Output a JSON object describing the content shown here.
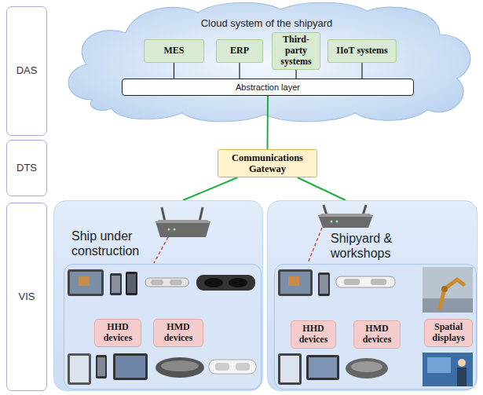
{
  "diagram": {
    "nodes": [
      {
        "text": [
          "DAS"
        ]
      },
      {
        "text": [
          "DTS"
        ]
      },
      {
        "text": [
          "VIS"
        ]
      },
      {
        "text": [
          "Cloud system of the shipyard"
        ]
      },
      {
        "text": [
          "MES"
        ],
        "in": 3
      },
      {
        "text": [
          "ERP"
        ],
        "in": 3
      },
      {
        "text": [
          "Third-party systems"
        ],
        "in": 3
      },
      {
        "text": [
          "IIoT systems"
        ],
        "in": 3
      },
      {
        "text": [
          "Abstraction layer"
        ],
        "in": 3
      },
      {
        "text": [
          "Communications Gateway"
        ]
      },
      {
        "text": [
          "Ship under construction"
        ]
      },
      {
        "text": [
          "HHD devices"
        ],
        "in": 10
      },
      {
        "text": [
          "HMD devices"
        ],
        "in": 10
      },
      {
        "text": [
          "Shipyard & workshops"
        ]
      },
      {
        "text": [
          "HHD devices"
        ],
        "in": 13
      },
      {
        "text": [
          "HMD devices"
        ],
        "in": 13
      },
      {
        "text": [
          "Spatial displays"
        ],
        "in": 13
      }
    ],
    "edges": [
      {
        "from": 4,
        "to": 8,
        "arrow": "none"
      },
      {
        "from": 5,
        "to": 8,
        "arrow": "none"
      },
      {
        "from": 6,
        "to": 8,
        "arrow": "none"
      },
      {
        "from": 7,
        "to": 8,
        "arrow": "none"
      },
      {
        "from": 8,
        "to": 9,
        "arrow": "none"
      },
      {
        "from": 9,
        "to": 10,
        "arrow": "none"
      },
      {
        "from": 9,
        "to": 13,
        "arrow": "none"
      }
    ]
  }
}
